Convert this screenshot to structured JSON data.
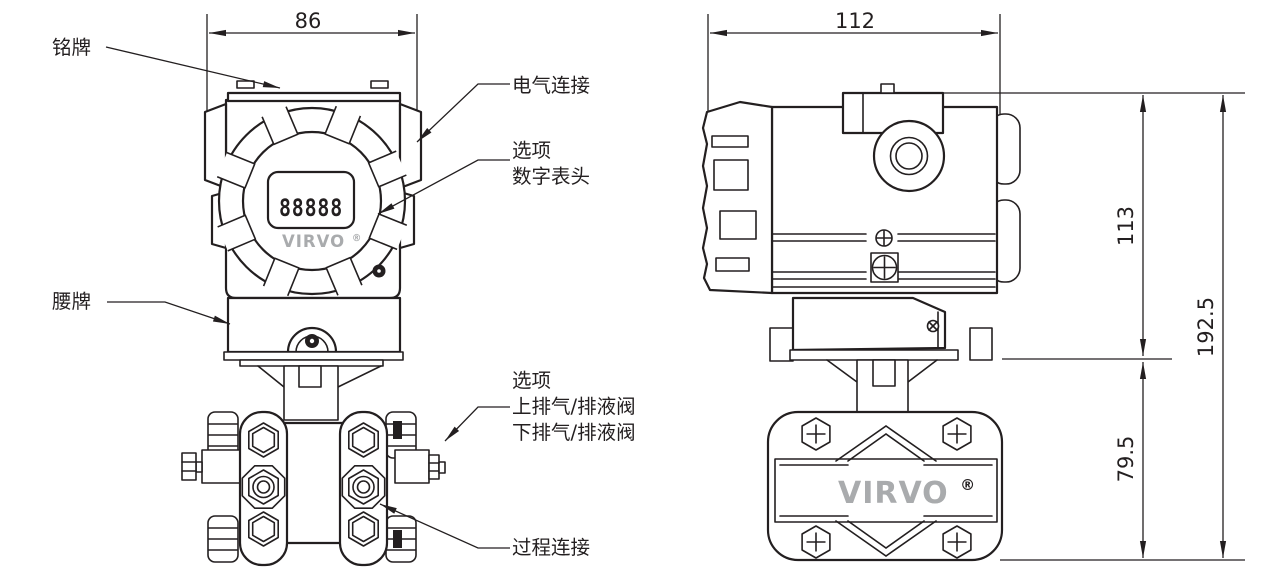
{
  "front_view": {
    "dim_width": "86",
    "display_value": "88888",
    "brand": "VIRVO",
    "registered_mark": "®",
    "labels": {
      "nameplate": "铭牌",
      "electrical_connection": "电气连接",
      "option_display_l1": "选项",
      "option_display_l2": "数字表头",
      "waist_tag": "腰牌",
      "option_valves_l1": "选项",
      "option_valves_l2": "上排气/排液阀",
      "option_valves_l3": "下排气/排液阀",
      "process_connection": "过程连接"
    }
  },
  "side_view": {
    "dim_width": "112",
    "dim_housing_height": "113",
    "dim_flange_height": "79.5",
    "dim_total_height": "192.5",
    "brand": "VIRVO",
    "registered_mark": "®"
  },
  "colors": {
    "line": "#231f20",
    "logo_gray": "#a9abad",
    "background": "#ffffff"
  }
}
